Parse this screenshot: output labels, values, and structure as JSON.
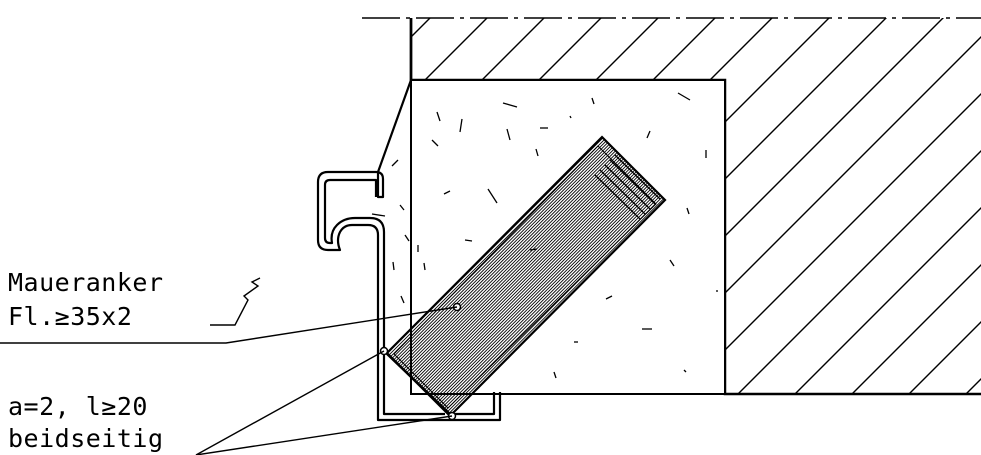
{
  "labels": {
    "anchor": {
      "line1": "Maueranker",
      "line2": "Fl.≥35x2"
    },
    "weld": {
      "line1": "a=2, l≥20",
      "line2": "beidseitig"
    }
  },
  "colors": {
    "ink": "#000000",
    "background": "#ffffff"
  }
}
